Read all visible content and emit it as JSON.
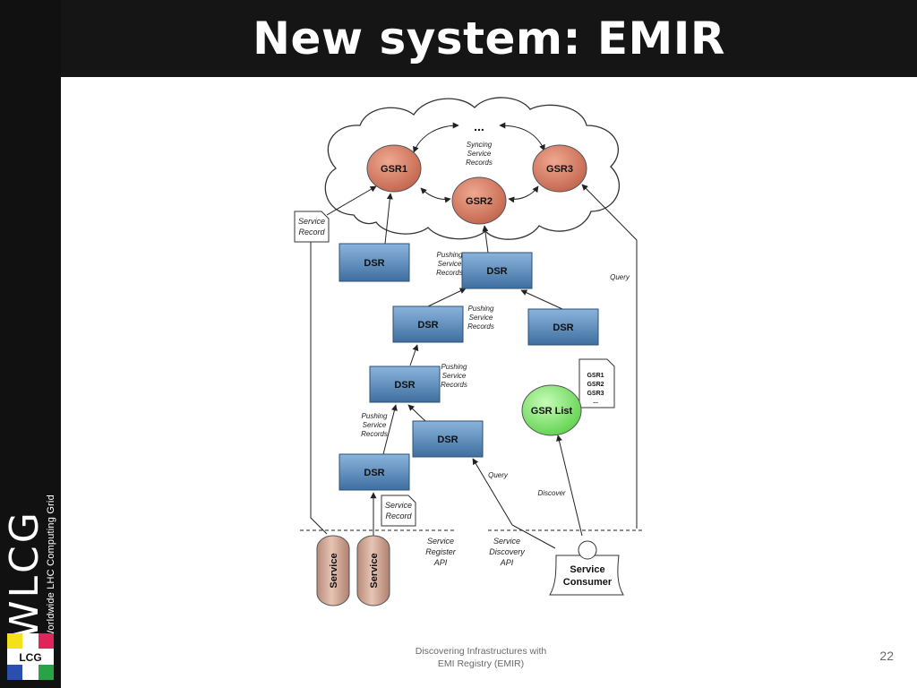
{
  "title": "New system: EMIR",
  "sidebar": {
    "logo_word": "WLCG",
    "logo_subtitle": "Worldwide LHC Computing Grid",
    "lcg_badge": "LCG"
  },
  "footer": {
    "line1": "Discovering Infrastructures with",
    "line2": "EMI Registry (EMIR)",
    "page_number": "22"
  },
  "diagram": {
    "ellipsis": "...",
    "syncing": [
      "Syncing",
      "Service",
      "Records"
    ],
    "gsr_nodes": [
      "GSR1",
      "GSR2",
      "GSR3"
    ],
    "dsr_label": "DSR",
    "pushing": [
      "Pushing",
      "Service",
      "Records"
    ],
    "service_record": [
      "Service",
      "Record"
    ],
    "query": "Query",
    "discover": "Discover",
    "gsr_list": "GSR List",
    "gsr_doc_lines": [
      "GSR1",
      "GSR2",
      "GSR3",
      "..."
    ],
    "service": "Service",
    "service_register_api": [
      "Service",
      "Register",
      "API"
    ],
    "service_discovery_api": [
      "Service",
      "Discovery",
      "API"
    ],
    "service_consumer": [
      "Service",
      "Consumer"
    ],
    "colors": {
      "gsr_fill": "#d8826a",
      "dsr_fill": "#5b8fc0",
      "gsr_list_fill": "#8ee67f",
      "service_fill": "#d6b0a0"
    }
  }
}
